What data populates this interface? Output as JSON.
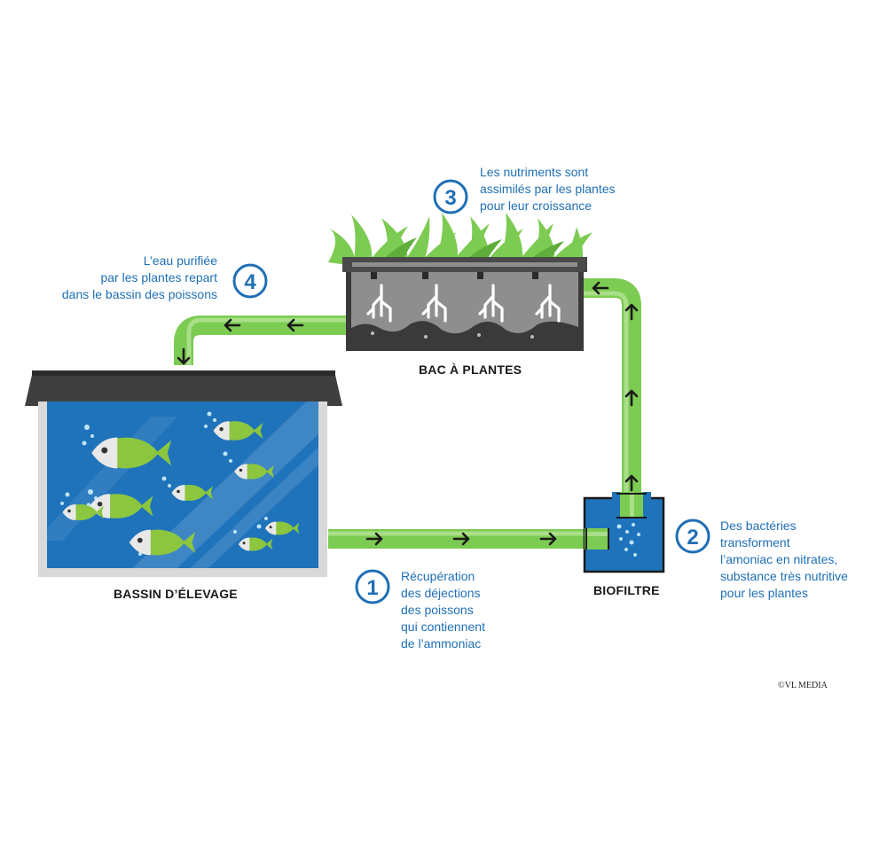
{
  "labels": {
    "tank": "BASSIN D’ÉLEVAGE",
    "plants": "BAC À PLANTES",
    "biofilter": "BIOFILTRE"
  },
  "steps": [
    {
      "number": "1",
      "text": [
        "Récupération",
        "des déjections",
        "des poissons",
        "qui contiennent",
        "de l’ammoniac"
      ]
    },
    {
      "number": "2",
      "text": [
        "Des bactéries",
        "transforment",
        "l’amoniac en nitrates,",
        "substance très nutritive",
        "pour les plantes"
      ]
    },
    {
      "number": "3",
      "text": [
        "Les nutriments sont",
        "assimilés par les plantes",
        "pour leur croissance"
      ]
    },
    {
      "number": "4",
      "text": [
        "L’eau purifiée",
        "par les plantes repart",
        "dans le bassin des poissons"
      ]
    }
  ],
  "credit": "©VL MEDIA",
  "colors": {
    "pipe": "#7ccb52",
    "pipe_highlight": "#a9df88",
    "water": "#1f73bb",
    "accent_blue": "#1f6fb5",
    "tank_frame": "#d9d9d9",
    "lid": "#3f3f3f",
    "soil": "#8e8e8e",
    "fish": "#8cc63f"
  }
}
